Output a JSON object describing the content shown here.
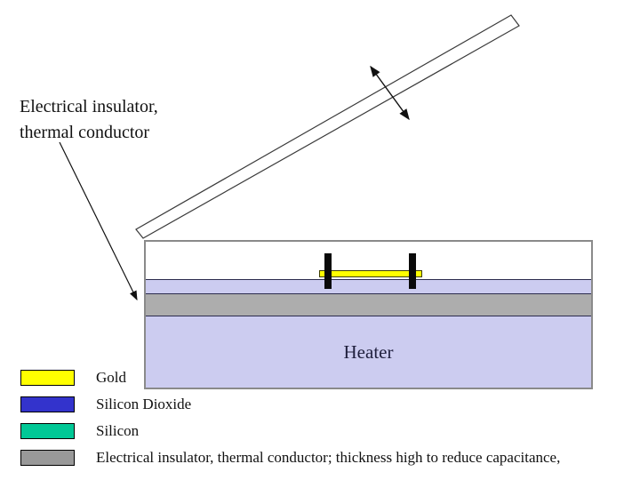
{
  "annotation": {
    "line1": "Electrical insulator,",
    "line2": "thermal conductor"
  },
  "device": {
    "heater_label": "Heater",
    "colors": {
      "lavender_layer": "#ccccf0",
      "gray_insulator_layer": "#adadad",
      "gold_bar": "#ffff00",
      "black_post": "#0a0a0a",
      "outline": "#8a8a8a"
    }
  },
  "graphics": {
    "beam": "cantilever-beam",
    "double_arrow": "motion-double-arrow",
    "pointer_arrow": "insulator-pointer-arrow"
  },
  "legend": {
    "items": [
      {
        "label": "Gold",
        "color": "#ffff00"
      },
      {
        "label": "Silicon Dioxide",
        "color": "#3333cc"
      },
      {
        "label": "Silicon",
        "color": "#00c896"
      },
      {
        "label": "Electrical insulator, thermal conductor; thickness high to reduce capacitance,",
        "color": "#999999"
      }
    ]
  }
}
